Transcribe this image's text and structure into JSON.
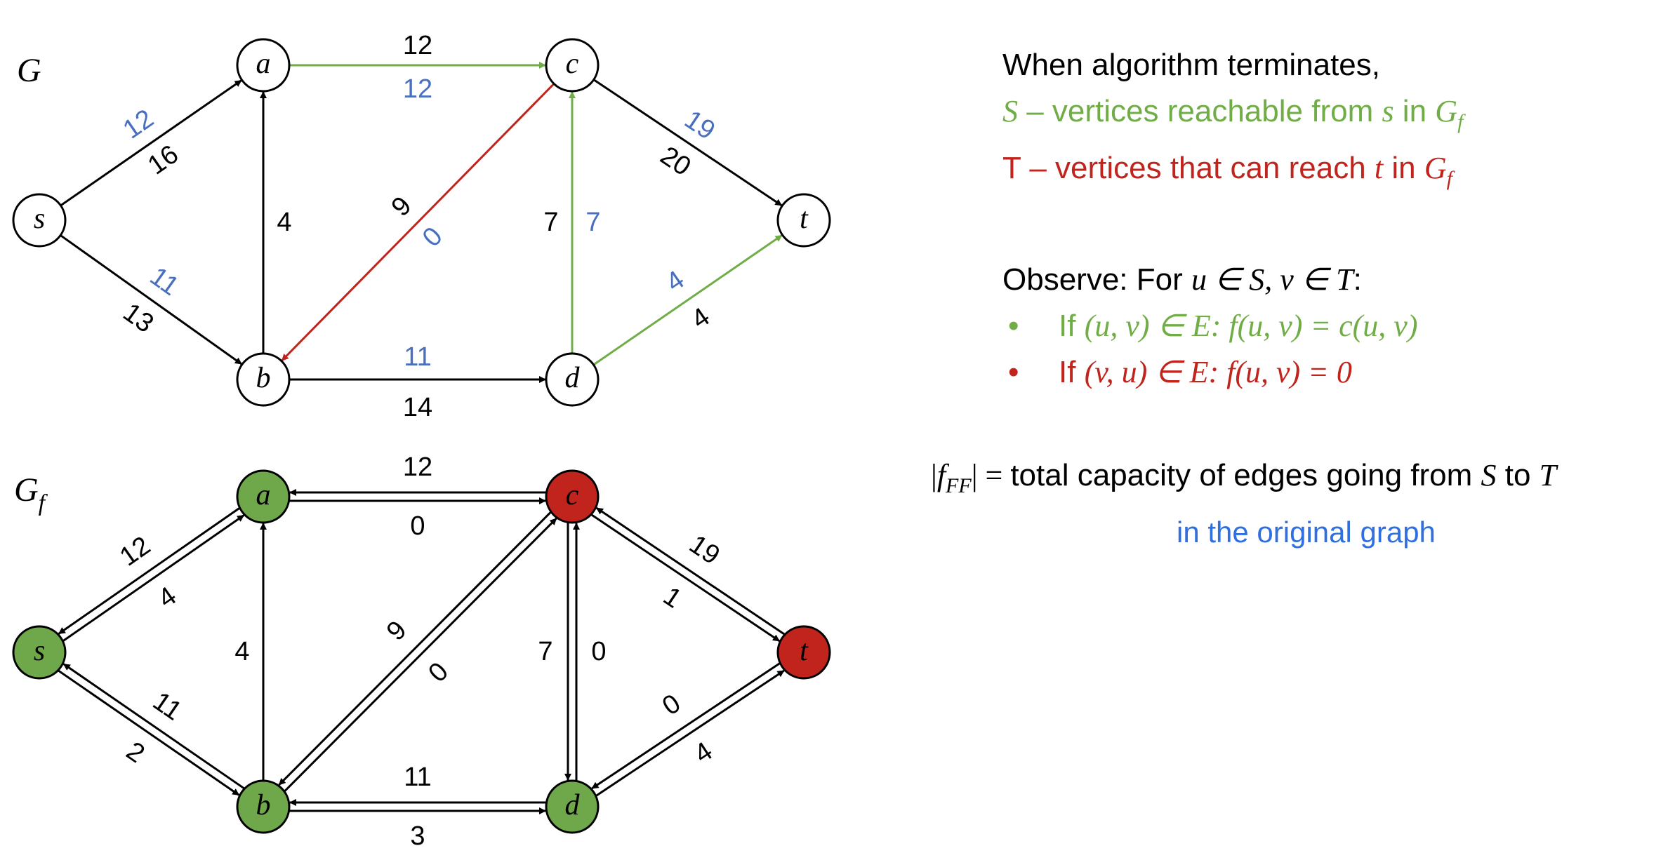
{
  "colors": {
    "black": "#000000",
    "flow_blue": "#4a6fbe",
    "green_edge": "#70ad47",
    "red_edge": "#c0241c",
    "node_green": "#6fa84a",
    "node_red": "#c0241c",
    "text_green": "#70ad47",
    "text_red": "#c0241c",
    "text_blue": "#2f6fe0"
  },
  "graph_G": {
    "title": "G",
    "nodes": [
      {
        "id": "s",
        "label": "s"
      },
      {
        "id": "a",
        "label": "a"
      },
      {
        "id": "b",
        "label": "b"
      },
      {
        "id": "c",
        "label": "c"
      },
      {
        "id": "d",
        "label": "d"
      },
      {
        "id": "t",
        "label": "t"
      }
    ],
    "edges": [
      {
        "from": "s",
        "to": "a",
        "flow": "12",
        "capacity": "16",
        "color": "black"
      },
      {
        "from": "s",
        "to": "b",
        "flow": "11",
        "capacity": "13",
        "color": "black"
      },
      {
        "from": "b",
        "to": "a",
        "flow": "",
        "capacity": "4",
        "color": "black"
      },
      {
        "from": "a",
        "to": "c",
        "flow": "12",
        "capacity": "12",
        "color": "green"
      },
      {
        "from": "c",
        "to": "b",
        "flow": "0",
        "capacity": "9",
        "color": "red"
      },
      {
        "from": "b",
        "to": "d",
        "flow": "11",
        "capacity": "14",
        "color": "black"
      },
      {
        "from": "d",
        "to": "c",
        "flow": "7",
        "capacity": "7",
        "color": "green"
      },
      {
        "from": "c",
        "to": "t",
        "flow": "19",
        "capacity": "20",
        "color": "black"
      },
      {
        "from": "d",
        "to": "t",
        "flow": "4",
        "capacity": "4",
        "color": "green"
      }
    ]
  },
  "graph_Gf": {
    "title": "G",
    "title_sub": "f",
    "nodes": [
      {
        "id": "s",
        "label": "s",
        "fill": "green"
      },
      {
        "id": "a",
        "label": "a",
        "fill": "green"
      },
      {
        "id": "b",
        "label": "b",
        "fill": "green"
      },
      {
        "id": "c",
        "label": "c",
        "fill": "red"
      },
      {
        "id": "d",
        "label": "d",
        "fill": "green"
      },
      {
        "id": "t",
        "label": "t",
        "fill": "red"
      }
    ],
    "edge_pairs": [
      {
        "u": "s",
        "v": "a",
        "forward": "4",
        "backward": "12"
      },
      {
        "u": "s",
        "v": "b",
        "forward": "2",
        "backward": "11"
      },
      {
        "u": "b",
        "v": "a",
        "forward": "4",
        "backward": null
      },
      {
        "u": "a",
        "v": "c",
        "forward": "0",
        "backward": "12"
      },
      {
        "u": "b",
        "v": "c",
        "forward": "0",
        "backward": "9"
      },
      {
        "u": "b",
        "v": "d",
        "forward": "3",
        "backward": "11"
      },
      {
        "u": "d",
        "v": "c",
        "forward": "0",
        "backward": "7"
      },
      {
        "u": "c",
        "v": "t",
        "forward": "1",
        "backward": "19"
      },
      {
        "u": "d",
        "v": "t",
        "forward": "4",
        "backward": "0"
      }
    ]
  },
  "panel": {
    "line1": "When algorithm terminates,",
    "line2": {
      "var": "S",
      "text": " – vertices reachable from ",
      "var2": "s",
      "in": " in ",
      "g": "G",
      "gsub": "f"
    },
    "line3": {
      "var": "T",
      "text": " – vertices that can reach ",
      "var2": "t",
      "in": " in ",
      "g": "G",
      "gsub": "f"
    },
    "observe": {
      "prefix": "Observe: For ",
      "math": "u ∈ S, v ∈ T",
      "suffix": ":"
    },
    "bullet1": {
      "bullet": "•",
      "if": "If ",
      "math": "(u, v) ∈ E: f(u, v) = c(u, v)"
    },
    "bullet2": {
      "bullet": "•",
      "if": "If ",
      "math": "(v, u) ∈ E: f(u, v) = 0"
    },
    "result": {
      "lhs_bar": "|",
      "lhs_f": "f",
      "lhs_sub": "FF",
      "lhs_end": "| = ",
      "text": "total capacity of edges going from ",
      "S": "S",
      "to": " to ",
      "T": "T"
    },
    "result_note": "in the original graph"
  }
}
